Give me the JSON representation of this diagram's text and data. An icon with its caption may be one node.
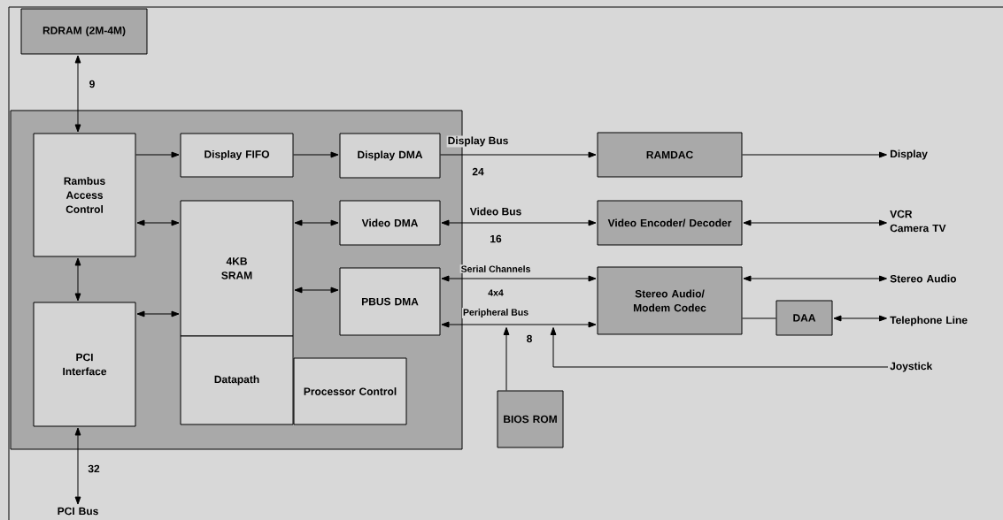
{
  "diagram": {
    "nodes": [
      {
        "text": [
          "RDRAM (2M-4M)"
        ]
      },
      {
        "text": [],
        "shape": "box"
      },
      {
        "text": [
          "Rambus Access Control"
        ],
        "in": 1
      },
      {
        "text": [
          "Display FIFO"
        ],
        "in": 1
      },
      {
        "text": [
          "Display DMA"
        ],
        "in": 1
      },
      {
        "text": [
          "Video DMA"
        ],
        "in": 1
      },
      {
        "text": [
          "4KB SRAM"
        ],
        "in": 1
      },
      {
        "text": [
          "Datapath"
        ],
        "in": 1
      },
      {
        "text": [
          "PBUS DMA"
        ],
        "in": 1
      },
      {
        "text": [
          "Processor Control"
        ],
        "in": 1
      },
      {
        "text": [
          "PCI Interface"
        ],
        "in": 1
      },
      {
        "text": [
          "RAMDAC"
        ]
      },
      {
        "text": [
          "Video Encoder/ Decoder"
        ]
      },
      {
        "text": [
          "Stereo Audio/ Modem Codec"
        ]
      },
      {
        "text": [
          "DAA"
        ]
      },
      {
        "text": [
          "BIOS ROM"
        ]
      },
      {
        "text": [
          "Display"
        ]
      },
      {
        "text": [
          "VCR Camera TV"
        ]
      },
      {
        "text": [
          "Stereo Audio"
        ]
      },
      {
        "text": [
          "Telephone Line"
        ]
      },
      {
        "text": [
          "Joystick"
        ]
      },
      {
        "text": [
          "PCI Bus"
        ]
      }
    ],
    "edges": [
      {
        "from": 0,
        "to": 2,
        "arrow": "both",
        "label": "9"
      },
      {
        "from": 2,
        "to": 3,
        "arrow": "to"
      },
      {
        "from": 3,
        "to": 4,
        "arrow": "to"
      },
      {
        "from": 2,
        "to": 6,
        "arrow": "both"
      },
      {
        "from": 6,
        "to": 5,
        "arrow": "both"
      },
      {
        "from": 6,
        "to": 8,
        "arrow": "both"
      },
      {
        "from": 2,
        "to": 10,
        "arrow": "both"
      },
      {
        "from": 10,
        "to": 6,
        "arrow": "both"
      },
      {
        "from": 10,
        "to": 21,
        "arrow": "both",
        "label": "32"
      },
      {
        "from": 4,
        "to": 11,
        "arrow": "to",
        "label": "Display Bus"
      },
      {
        "from": 5,
        "to": 12,
        "arrow": "both",
        "label": "Video Bus"
      },
      {
        "from": 8,
        "to": 13,
        "arrow": "both",
        "label": "Serial Channels"
      },
      {
        "from": 8,
        "to": 13,
        "arrow": "both",
        "label": "Peripheral Bus"
      },
      {
        "from": 15,
        "to": null,
        "arrow": "to"
      },
      {
        "from": 20,
        "to": null,
        "arrow": "to"
      },
      {
        "from": 11,
        "to": 16,
        "arrow": "to"
      },
      {
        "from": 12,
        "to": 17,
        "arrow": "both"
      },
      {
        "from": 13,
        "to": 18,
        "arrow": "both"
      },
      {
        "from": 13,
        "to": 14,
        "arrow": "none"
      },
      {
        "from": 14,
        "to": 19,
        "arrow": "both"
      }
    ],
    "labels": [
      "24",
      "16",
      "4x4",
      "8"
    ]
  }
}
